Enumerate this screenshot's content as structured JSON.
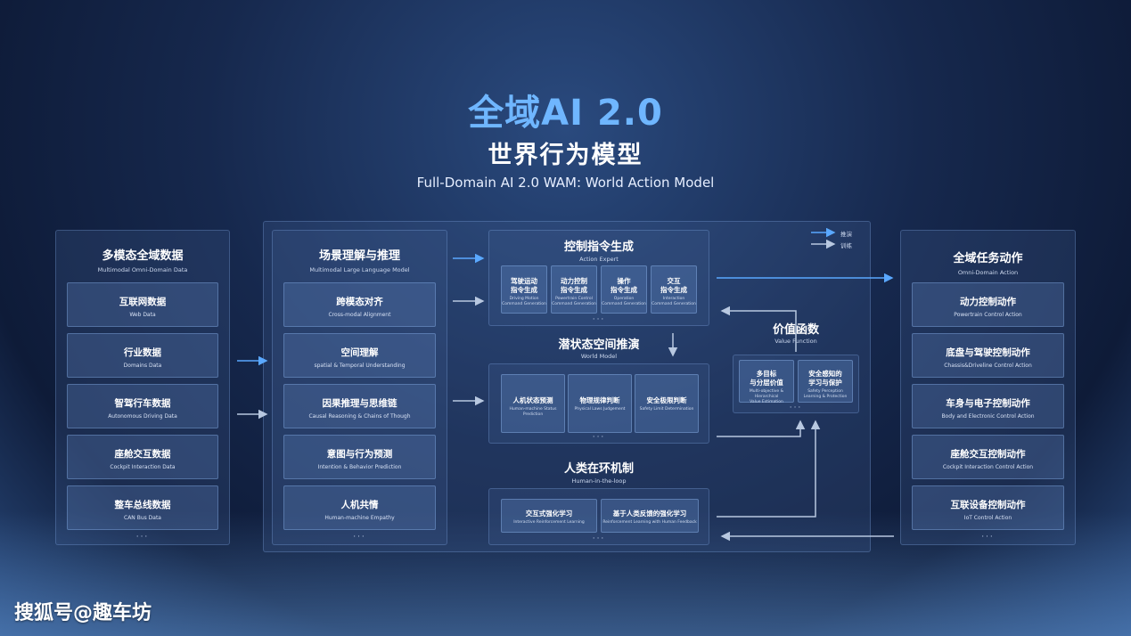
{
  "header": {
    "title": "全域AI 2.0",
    "subtitle": "世界行为模型",
    "subtitle_en": "Full-Domain AI 2.0  WAM: World Action Model"
  },
  "legend": {
    "infer": "推演",
    "train": "训练"
  },
  "left_panel": {
    "title": "多模态全域数据",
    "subtitle": "Multimodal Omni-Domain Data",
    "items": [
      {
        "zh": "互联网数据",
        "en": "Web Data"
      },
      {
        "zh": "行业数据",
        "en": "Domains Data"
      },
      {
        "zh": "智驾行车数据",
        "en": "Autonomous Driving Data"
      },
      {
        "zh": "座舱交互数据",
        "en": "Cockpit Interaction Data"
      },
      {
        "zh": "整车总线数据",
        "en": "CAN Bus Data"
      }
    ],
    "more": "···"
  },
  "llm_panel": {
    "title": "场景理解与推理",
    "subtitle": "Multimodal Large Language Model",
    "items": [
      {
        "zh": "跨模态对齐",
        "en": "Cross-modal Alignment"
      },
      {
        "zh": "空间理解",
        "en": "spatial & Temporal Understanding"
      },
      {
        "zh": "因果推理与思维链",
        "en": "Causal Reasoning & Chains of Though"
      },
      {
        "zh": "意图与行为预测",
        "en": "Intention & Behavior Prediction"
      },
      {
        "zh": "人机共情",
        "en": "Human-machine Empathy"
      }
    ],
    "more": "···"
  },
  "action_expert": {
    "title": "控制指令生成",
    "subtitle": "Action Expert",
    "items": [
      {
        "zh": "驾驶运动\n指令生成",
        "en": "Driving Motion\nCommand Generation"
      },
      {
        "zh": "动力控制\n指令生成",
        "en": "Powertrain Control\nCommand Generation"
      },
      {
        "zh": "操作\n指令生成",
        "en": "Operation\nCommand Generation"
      },
      {
        "zh": "交互\n指令生成",
        "en": "Interaction\nCommand Generation"
      }
    ],
    "more": "···"
  },
  "world_model": {
    "title": "潜状态空间推演",
    "subtitle": "World Model",
    "items": [
      {
        "zh": "人机状态预测",
        "en": "Human-machine Status Prediction"
      },
      {
        "zh": "物理规律判断",
        "en": "Physical Laws Judgement"
      },
      {
        "zh": "安全极限判断",
        "en": "Safety Limit Determination"
      }
    ],
    "more": "···"
  },
  "hitl": {
    "title": "人类在环机制",
    "subtitle": "Human-in-the-loop",
    "items": [
      {
        "zh": "交互式强化学习",
        "en": "Interactive Reinforcement Learning"
      },
      {
        "zh": "基于人类反馈的强化学习",
        "en": "Reinforcement Learning with Human Feedback"
      }
    ],
    "more": "···"
  },
  "value_function": {
    "title": "价值函数",
    "subtitle": "Value Function",
    "items": [
      {
        "zh": "多目标\n与分层价值",
        "en": "Multi-objective & Hierarchical\nValue Estimation"
      },
      {
        "zh": "安全感知的\n学习与保护",
        "en": "Safety Perception\nLearning & Protection"
      }
    ],
    "more": "···"
  },
  "right_panel": {
    "title": "全域任务动作",
    "subtitle": "Omni-Domain Action",
    "items": [
      {
        "zh": "动力控制动作",
        "en": "Powertrain Control Action"
      },
      {
        "zh": "底盘与驾驶控制动作",
        "en": "Chassis&Driveline Control Action"
      },
      {
        "zh": "车身与电子控制动作",
        "en": "Body and Electronic Control Action"
      },
      {
        "zh": "座舱交互控制动作",
        "en": "Cockpit Interaction Control Action"
      },
      {
        "zh": "互联设备控制动作",
        "en": "IoT Control Action"
      }
    ],
    "more": "···"
  },
  "watermark": "搜狐号@趣车坊",
  "colors": {
    "title_blue": "#6fb6ff",
    "arrow_infer": "#5aa8ff",
    "arrow_train": "#b8c8e0"
  }
}
